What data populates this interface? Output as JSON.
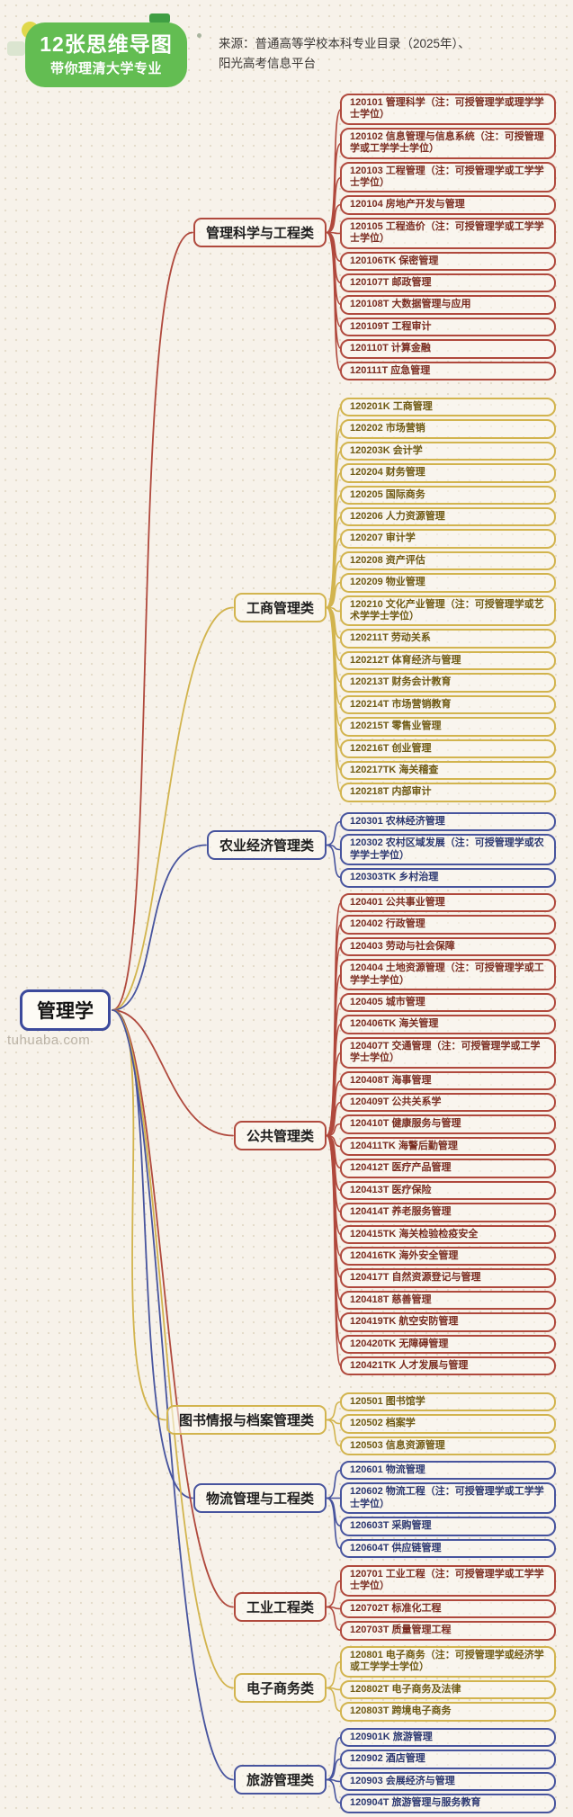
{
  "header": {
    "badge_line1": "12张思维导图",
    "badge_line2": "带你理清大学专业",
    "source_line1": "来源：普通高等学校本科专业目录（2025年）、",
    "source_line2": "阳光高考信息平台"
  },
  "watermark": "tuhuaba.com",
  "root": {
    "label": "管理学"
  },
  "palette": {
    "red": {
      "border": "#b0493d",
      "text": "#7a2c20"
    },
    "yellow": {
      "border": "#d2b44e",
      "text": "#6f5a13"
    },
    "blue": {
      "border": "#47549e",
      "text": "#2b3770"
    }
  },
  "accent": {
    "header_green": "#63bd52",
    "deco_yellow": "#e0d84b",
    "deco_green": "#3f9e43",
    "deco_pale": "#dbe5d0",
    "root_border": "#3c4a9c"
  },
  "branches": [
    {
      "label": "管理科学与工程类",
      "color": "red",
      "leaves": [
        "120101 管理科学（注：可授管理学或理学学士学位）",
        "120102 信息管理与信息系统（注：可授管理学或工学学士学位）",
        "120103 工程管理（注：可授管理学或工学学士学位）",
        "120104 房地产开发与管理",
        "120105 工程造价（注：可授管理学或工学学士学位）",
        "120106TK 保密管理",
        "120107T 邮政管理",
        "120108T 大数据管理与应用",
        "120109T 工程审计",
        "120110T 计算金融",
        "120111T 应急管理"
      ]
    },
    {
      "label": "工商管理类",
      "color": "yellow",
      "leaves": [
        "120201K 工商管理",
        "120202 市场营销",
        "120203K 会计学",
        "120204 财务管理",
        "120205 国际商务",
        "120206 人力资源管理",
        "120207 审计学",
        "120208 资产评估",
        "120209 物业管理",
        "120210 文化产业管理（注：可授管理学或艺术学学士学位）",
        "120211T 劳动关系",
        "120212T 体育经济与管理",
        "120213T 财务会计教育",
        "120214T 市场营销教育",
        "120215T 零售业管理",
        "120216T 创业管理",
        "120217TK 海关稽查",
        "120218T 内部审计"
      ]
    },
    {
      "label": "农业经济管理类",
      "color": "blue",
      "leaves": [
        "120301 农林经济管理",
        "120302 农村区域发展（注：可授管理学或农学学士学位）",
        "120303TK 乡村治理"
      ]
    },
    {
      "label": "公共管理类",
      "color": "red",
      "leaves": [
        "120401 公共事业管理",
        "120402 行政管理",
        "120403 劳动与社会保障",
        "120404 土地资源管理（注：可授管理学或工学学士学位）",
        "120405 城市管理",
        "120406TK 海关管理",
        "120407T 交通管理（注：可授管理学或工学学士学位）",
        "120408T 海事管理",
        "120409T 公共关系学",
        "120410T 健康服务与管理",
        "120411TK 海警后勤管理",
        "120412T 医疗产品管理",
        "120413T 医疗保险",
        "120414T 养老服务管理",
        "120415TK 海关检验检疫安全",
        "120416TK 海外安全管理",
        "120417T 自然资源登记与管理",
        "120418T 慈善管理",
        "120419TK 航空安防管理",
        "120420TK 无障碍管理",
        "120421TK 人才发展与管理"
      ]
    },
    {
      "label": "图书情报与档案管理类",
      "color": "yellow",
      "leaves": [
        "120501 图书馆学",
        "120502 档案学",
        "120503 信息资源管理"
      ]
    },
    {
      "label": "物流管理与工程类",
      "color": "blue",
      "leaves": [
        "120601 物流管理",
        "120602 物流工程（注：可授管理学或工学学士学位）",
        "120603T 采购管理",
        "120604T 供应链管理"
      ]
    },
    {
      "label": "工业工程类",
      "color": "red",
      "leaves": [
        "120701 工业工程（注：可授管理学或工学学士学位）",
        "120702T 标准化工程",
        "120703T 质量管理工程"
      ]
    },
    {
      "label": "电子商务类",
      "color": "yellow",
      "leaves": [
        "120801 电子商务（注：可授管理学或经济学或工学学士学位）",
        "120802T 电子商务及法律",
        "120803T 跨境电子商务"
      ]
    },
    {
      "label": "旅游管理类",
      "color": "blue",
      "leaves": [
        "120901K 旅游管理",
        "120902 酒店管理",
        "120903 会展经济与管理",
        "120904T 旅游管理与服务教育"
      ]
    }
  ]
}
